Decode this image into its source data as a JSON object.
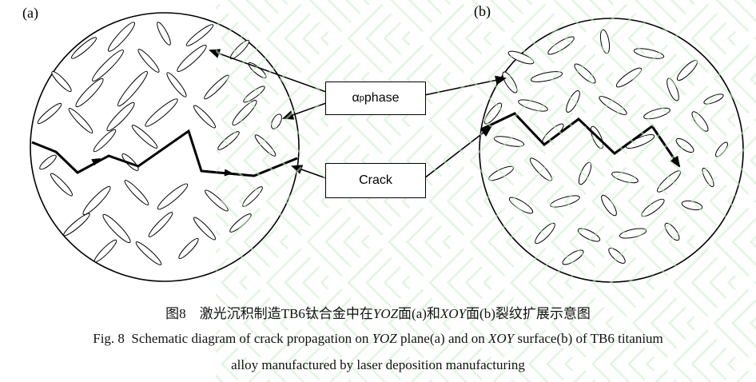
{
  "figure": {
    "panel_a_label": "(a)",
    "panel_b_label": "(b)"
  },
  "callouts": {
    "alpha_phase": {
      "symbol": "α",
      "subscript": "p",
      "rest": " phase"
    },
    "crack": {
      "label": "Crack"
    }
  },
  "caption": {
    "zh": {
      "part1": "图8　激光沉积制造TB6钛合金中在",
      "yoz": "YOZ",
      "part2": "面(a)和",
      "xoy": "XOY",
      "part3": "面(b)裂纹扩展示意图"
    },
    "en_line1": {
      "part1": "Fig. 8  Schematic diagram of crack propagation on ",
      "yoz": "YOZ",
      "part2": " plane(a) and on ",
      "xoy": "XOY",
      "part3": " surface(b) of TB6 titanium"
    },
    "en_line2": "alloy manufactured by laser deposition manufacturing"
  },
  "colors": {
    "watermark": "#c8ecc8",
    "stroke": "#000000",
    "background": "#ffffff"
  }
}
